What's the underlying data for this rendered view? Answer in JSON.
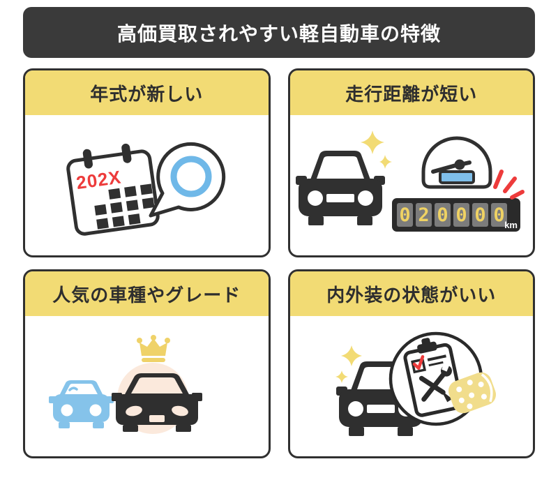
{
  "header": {
    "title": "高価買取されやすい軽自動車の特徴"
  },
  "panels": [
    {
      "id": "new-model-year",
      "title": "年式が新しい",
      "icon": "calendar-approval-icon",
      "calendar_year": "202X"
    },
    {
      "id": "short-mileage",
      "title": "走行距離が短い",
      "icon": "car-odometer-icon",
      "odometer": {
        "digits": [
          "0",
          "2",
          "0",
          "0",
          "0",
          "0"
        ],
        "unit": "km"
      }
    },
    {
      "id": "popular-model-grade",
      "title": "人気の車種やグレード",
      "icon": "popular-car-crown-icon"
    },
    {
      "id": "good-condition",
      "title": "内外装の状態がいい",
      "icon": "car-inspection-icon"
    }
  ],
  "colors": {
    "header_background": "#3A3A3A",
    "band_yellow": "#F2DB74",
    "dark": "#303030",
    "red": "#ED3B3B",
    "sky_blue": "#6FB8E8",
    "light_blue_car": "#85C3EA",
    "peach": "#FBE9DC",
    "crown_gold": "#EFD269",
    "sponge_yellow": "#F1DD8C",
    "odometer_cell": "#7C7C7C",
    "odometer_digit": "#EFD263"
  }
}
